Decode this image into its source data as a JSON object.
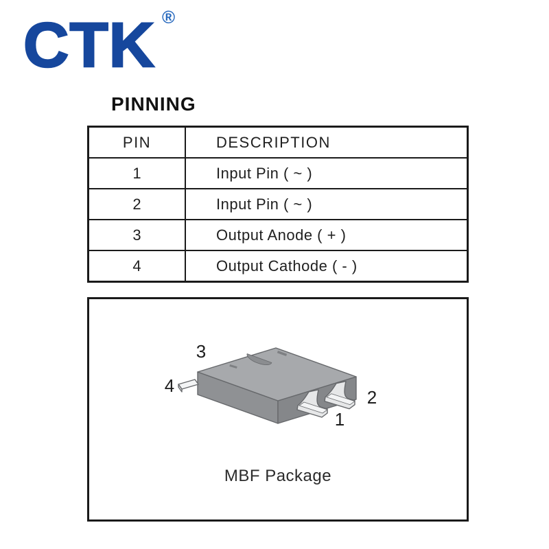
{
  "logo": {
    "text": "CTK",
    "registered_mark": "®",
    "color": "#16479d"
  },
  "page": {
    "section_title": "PINNING"
  },
  "pin_table": {
    "headers": [
      "PIN",
      "DESCRIPTION"
    ],
    "rows": [
      {
        "pin": "1",
        "description": "Input Pin ( ~ )"
      },
      {
        "pin": "2",
        "description": "Input Pin ( ~ )"
      },
      {
        "pin": "3",
        "description": "Output Anode ( + )"
      },
      {
        "pin": "4",
        "description": "Output Cathode ( - )"
      }
    ]
  },
  "package_figure": {
    "caption": "MBF Package",
    "pin_labels": [
      "1",
      "2",
      "3",
      "4"
    ],
    "colors": {
      "body_top": "#a7a9ac",
      "body_front": "#8f9194",
      "body_side": "#85878a",
      "notch": "#8b8d90",
      "lead": "#e6e7e8",
      "lead_highlight": "#f3f4f5",
      "outline": "#66686b"
    }
  }
}
